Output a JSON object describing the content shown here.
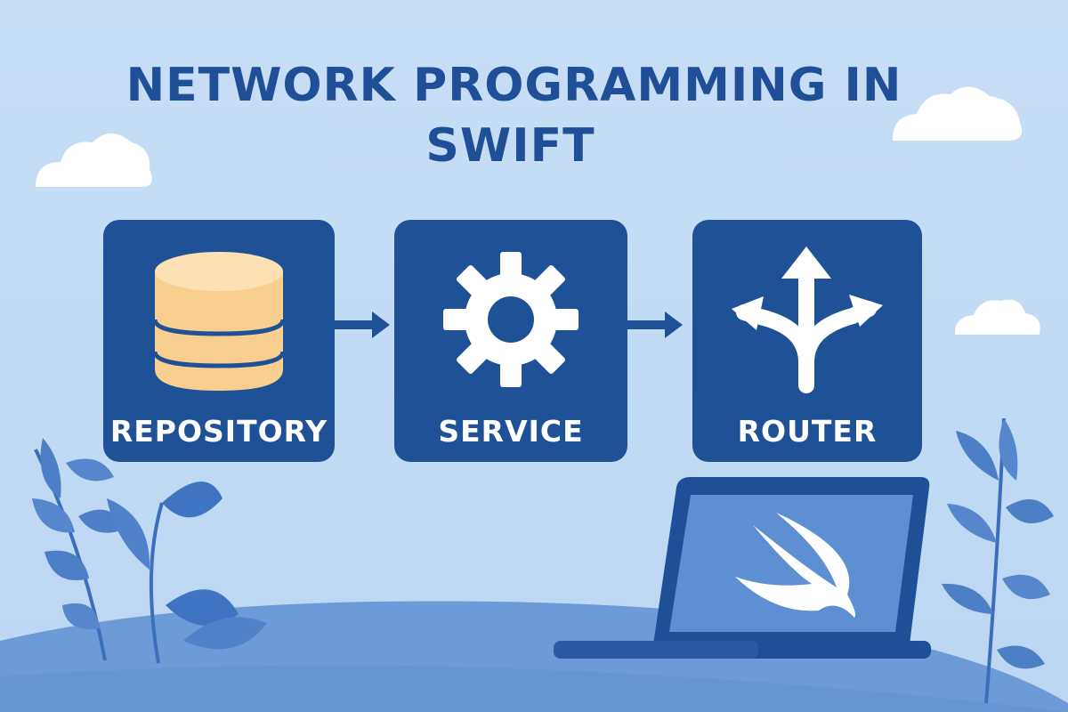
{
  "title": {
    "line1": "NETWORK PROGRAMMING IN",
    "line2": "SWIFT"
  },
  "nodes": [
    {
      "label": "REPOSITORY",
      "icon": "database-icon"
    },
    {
      "label": "SERVICE",
      "icon": "gear-icon"
    },
    {
      "label": "ROUTER",
      "icon": "split-arrows-icon"
    }
  ],
  "edges": [
    {
      "from": "REPOSITORY",
      "to": "SERVICE"
    },
    {
      "from": "SERVICE",
      "to": "ROUTER"
    }
  ],
  "decorations": [
    "cloud",
    "cloud",
    "cloud",
    "plant",
    "plant",
    "laptop",
    "swift-logo"
  ],
  "colors": {
    "background": "#c3dcf4",
    "box": "#1f5197",
    "title": "#1f4f97",
    "accent_light": "#5d8fd2",
    "database": "#f8cf8e",
    "database_top": "#fde1b4"
  }
}
